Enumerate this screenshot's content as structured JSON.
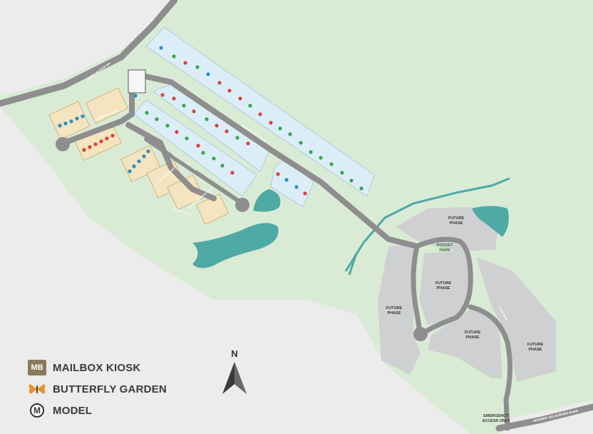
{
  "legend": {
    "mailbox": {
      "badge": "MB",
      "label": "MAILBOX KIOSK",
      "icon": "mailbox-icon"
    },
    "butterfly": {
      "label": "BUTTERFLY GARDEN",
      "icon": "butterfly-icon"
    },
    "model": {
      "badge": "M",
      "label": "MODEL",
      "icon": "model-icon"
    }
  },
  "north": {
    "label": "N"
  },
  "map_labels": {
    "future_phase": [
      "FUTURE",
      "PHASE"
    ],
    "pocket_park": [
      "POCKET",
      "PARK"
    ],
    "emergency_access": [
      "EMERGENCY",
      "ACCESS ONLY"
    ],
    "highway": "HIGHWAY 324 AUBURN ROAD",
    "street_main": "HANNING GLEN DRIVE",
    "street_northwest": "CREEK MEADOW WAY",
    "street_court": "THORNTON COURT",
    "street_west_lane": "CALDWELL RIDGE LANE",
    "street_west_court": "EASTGATE COURT",
    "street_cove": "WOODLAND RIDGE COVE",
    "street_private": "PRIVATE ALLEY",
    "street_south": "POND DRIVE"
  },
  "colors": {
    "background": "#ececec",
    "greenspace": "#d9ebd5",
    "lot": "#dbeef8",
    "townhome": "#f4e4c0",
    "future_phase": "#cfd0d2",
    "road": "#8e8e8e",
    "pond": "#4fa9a5",
    "dot_red": "#d9433c",
    "dot_blue": "#2b8fc4",
    "dot_green": "#3aa64a"
  }
}
